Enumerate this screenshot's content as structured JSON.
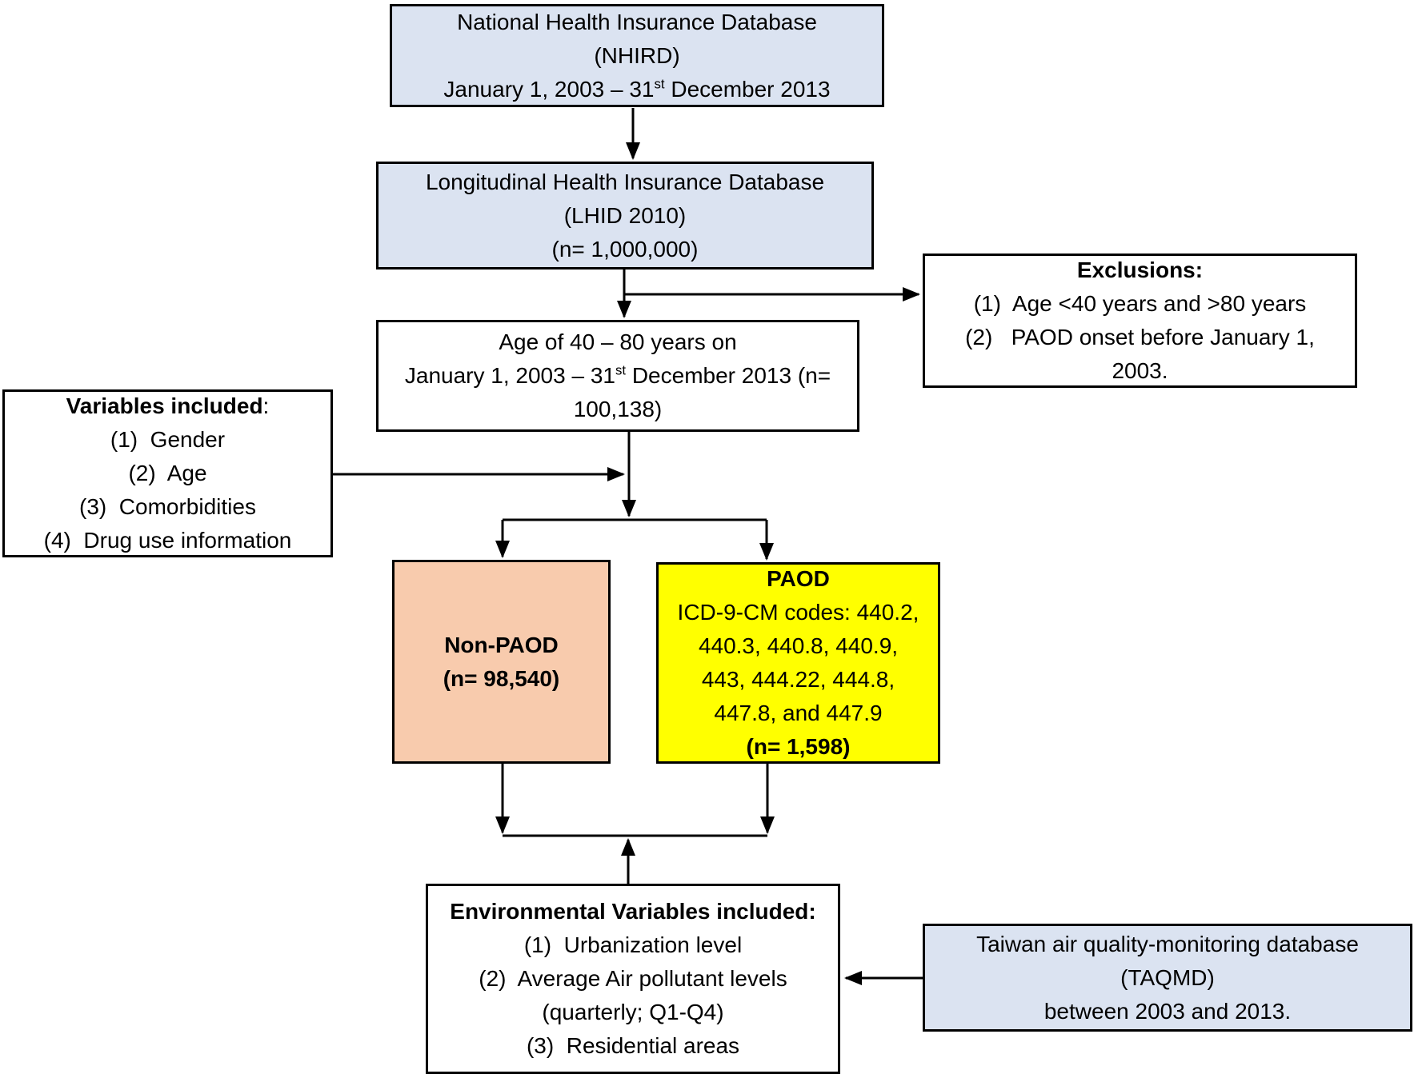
{
  "palette": {
    "light_blue": "#dbe3f1",
    "peach": "#f8cbad",
    "yellow": "#ffff00",
    "white": "#ffffff",
    "line_color": "#000000",
    "text_color": "#000000"
  },
  "boxes": {
    "nhird": {
      "fill": "#dbe3f1",
      "lines": [
        [
          {
            "t": "National Health Insurance Database"
          }
        ],
        [
          {
            "t": "(NHIRD)"
          }
        ],
        [
          {
            "t": "January 1, 2003 – 31"
          },
          {
            "t": "st",
            "sup": true
          },
          {
            "t": " December 2013"
          }
        ]
      ]
    },
    "lhid": {
      "fill": "#dbe3f1",
      "lines": [
        [
          {
            "t": "Longitudinal Health Insurance Database"
          }
        ],
        [
          {
            "t": "(LHID 2010)"
          }
        ],
        [
          {
            "t": "(n= 1,000,000)"
          }
        ]
      ]
    },
    "exclusions": {
      "fill": "#ffffff",
      "lines": [
        [
          {
            "t": "Exclusions:",
            "b": true
          }
        ],
        [
          {
            "t": "(1)  Age <40 years and >80 years"
          }
        ],
        [
          {
            "t": "(2)   PAOD onset before January 1,"
          }
        ],
        [
          {
            "t": "2003."
          }
        ]
      ]
    },
    "age": {
      "fill": "#ffffff",
      "lines": [
        [
          {
            "t": "Age of 40 – 80 years on"
          }
        ],
        [
          {
            "t": "January 1, 2003 – 31"
          },
          {
            "t": "st",
            "sup": true
          },
          {
            "t": " December 2013 (n="
          }
        ],
        [
          {
            "t": "100,138)"
          }
        ]
      ]
    },
    "variables": {
      "fill": "#ffffff",
      "lines": [
        [
          {
            "t": "Variables included",
            "b": true
          },
          {
            "t": ":"
          }
        ],
        [
          {
            "t": "(1)  Gender"
          }
        ],
        [
          {
            "t": "(2)  Age"
          }
        ],
        [
          {
            "t": "(3)  Comorbidities"
          }
        ],
        [
          {
            "t": "(4)  Drug use information"
          }
        ]
      ]
    },
    "nonpaod": {
      "fill": "#f8cbad",
      "lines": [
        [
          {
            "t": "Non-PAOD",
            "b": true
          }
        ],
        [
          {
            "t": "(n= 98,540)",
            "b": true
          }
        ]
      ]
    },
    "paod": {
      "fill": "#ffff00",
      "lines": [
        [
          {
            "t": "PAOD",
            "b": true
          }
        ],
        [
          {
            "t": "ICD-9-CM codes: 440.2,"
          }
        ],
        [
          {
            "t": "440.3, 440.8, 440.9,"
          }
        ],
        [
          {
            "t": "443, 444.22, 444.8,"
          }
        ],
        [
          {
            "t": "447.8, and 447.9"
          }
        ],
        [
          {
            "t": "(n= 1,598)",
            "b": true
          }
        ]
      ]
    },
    "env": {
      "fill": "#ffffff",
      "lines": [
        [
          {
            "t": "Environmental Variables included:",
            "b": true
          }
        ],
        [
          {
            "t": "(1)  Urbanization level"
          }
        ],
        [
          {
            "t": "(2)  Average Air pollutant levels"
          }
        ],
        [
          {
            "t": "(quarterly; Q1-Q4)"
          }
        ],
        [
          {
            "t": "(3)  Residential areas"
          }
        ]
      ]
    },
    "taqmd": {
      "fill": "#dbe3f1",
      "lines": [
        [
          {
            "t": "Taiwan air quality-monitoring database"
          }
        ],
        [
          {
            "t": "(TAQMD)"
          }
        ],
        [
          {
            "t": "between 2003 and 2013."
          }
        ]
      ]
    }
  }
}
